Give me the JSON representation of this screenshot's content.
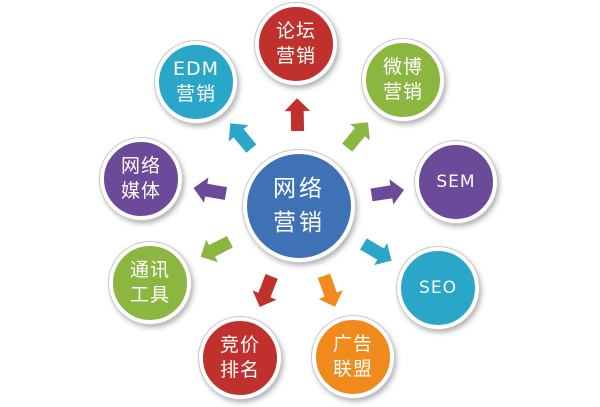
{
  "colors": {
    "red": "#c0312d",
    "green": "#8bb640",
    "purple": "#6b4a9a",
    "cyan": "#2aa6c9",
    "orange": "#f08a1c",
    "blue": "#3f72b5"
  },
  "hub": {
    "label": "网络\n营销",
    "color": "#3f72b5"
  },
  "nodes": [
    {
      "label": "论坛\n营销",
      "color": "#c0312d",
      "arrow_color": "#c0312d"
    },
    {
      "label": "微博\n营销",
      "color": "#8bb640",
      "arrow_color": "#8bb640"
    },
    {
      "label": "SEM",
      "color": "#6b4a9a",
      "arrow_color": "#6b4a9a"
    },
    {
      "label": "SEO",
      "color": "#2aa6c9",
      "arrow_color": "#2aa6c9"
    },
    {
      "label": "广告\n联盟",
      "color": "#f08a1c",
      "arrow_color": "#f08a1c"
    },
    {
      "label": "竞价\n排名",
      "color": "#c0312d",
      "arrow_color": "#c0312d"
    },
    {
      "label": "通讯\n工具",
      "color": "#8bb640",
      "arrow_color": "#8bb640"
    },
    {
      "label": "网络\n媒体",
      "color": "#6b4a9a",
      "arrow_color": "#6b4a9a"
    },
    {
      "label": "EDM\n营销",
      "color": "#2aa6c9",
      "arrow_color": "#2aa6c9"
    }
  ]
}
